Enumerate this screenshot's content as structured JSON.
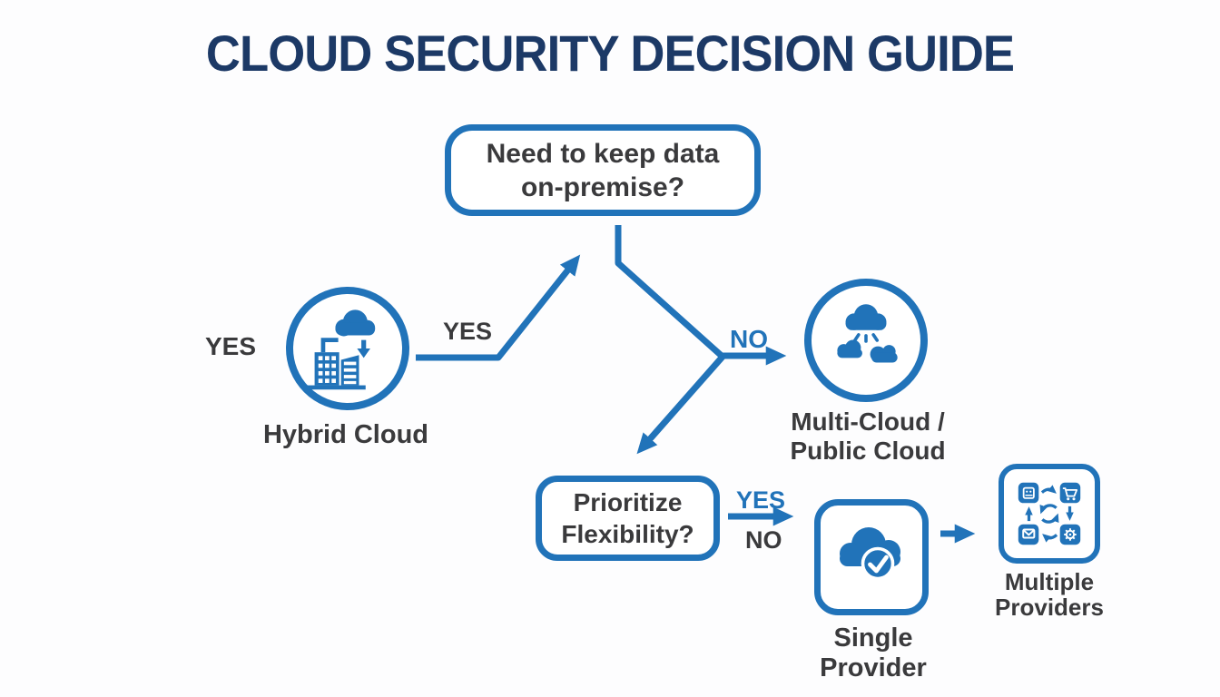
{
  "title": "CLOUD SECURITY DECISION GUIDE",
  "colors": {
    "accent_blue": "#2173b9",
    "title_navy": "#1c3966",
    "text_dark": "#3a3a3c",
    "background": "#ffffff"
  },
  "decisions": {
    "on_premise": {
      "line1": "Need to keep data",
      "line2": "on-premise?"
    },
    "flexibility": {
      "line1": "Prioritize",
      "line2": "Flexibility?"
    }
  },
  "edge_labels": {
    "hybrid_side_yes": "YES",
    "hybrid_arrow_yes": "YES",
    "no_to_multicloud": "NO",
    "flex_yes": "YES",
    "flex_no": "NO"
  },
  "nodes": {
    "hybrid": {
      "label": "Hybrid Cloud",
      "icon": "hybrid-cloud-icon"
    },
    "multicloud": {
      "label_line1": "Multi-Cloud /",
      "label_line2": "Public Cloud",
      "icon": "multi-cloud-icon"
    },
    "single_provider": {
      "label": "Single Provider",
      "icon": "cloud-check-icon"
    },
    "multiple_providers": {
      "label_line1": "Multiple",
      "label_line2": "Providers",
      "icon": "providers-cycle-icon"
    }
  }
}
